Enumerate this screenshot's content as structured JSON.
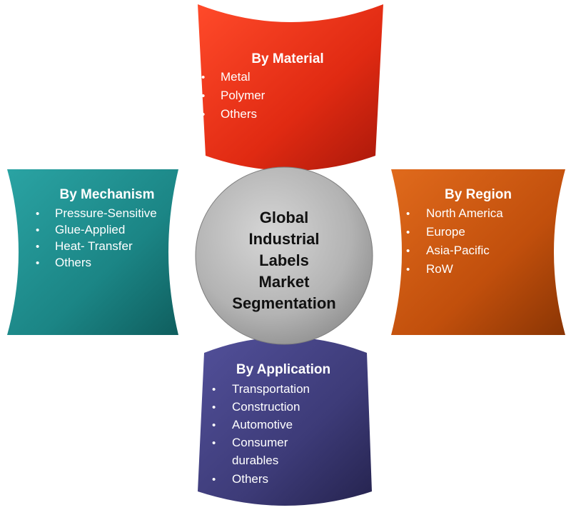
{
  "center": {
    "lines": [
      "Global",
      "Industrial",
      "Labels",
      "Market",
      "Segmentation"
    ]
  },
  "segments": {
    "material": {
      "title": "By Material",
      "items": [
        "Metal",
        "Polymer",
        "Others"
      ],
      "color": "#e8321a"
    },
    "mechanism": {
      "title": "By Mechanism",
      "items": [
        "Pressure-Sensitive",
        "Glue-Applied",
        "Heat- Transfer",
        "Others"
      ],
      "color": "#1e8b8b"
    },
    "region": {
      "title": "By Region",
      "items": [
        "North America",
        "Europe",
        "Asia-Pacific",
        "RoW"
      ],
      "color": "#c4520d"
    },
    "application": {
      "title": "By Application",
      "items": [
        "Transportation",
        "Construction",
        "Automotive",
        "Consumer",
        "durables",
        "Others"
      ],
      "color": "#3f3d7a"
    }
  }
}
